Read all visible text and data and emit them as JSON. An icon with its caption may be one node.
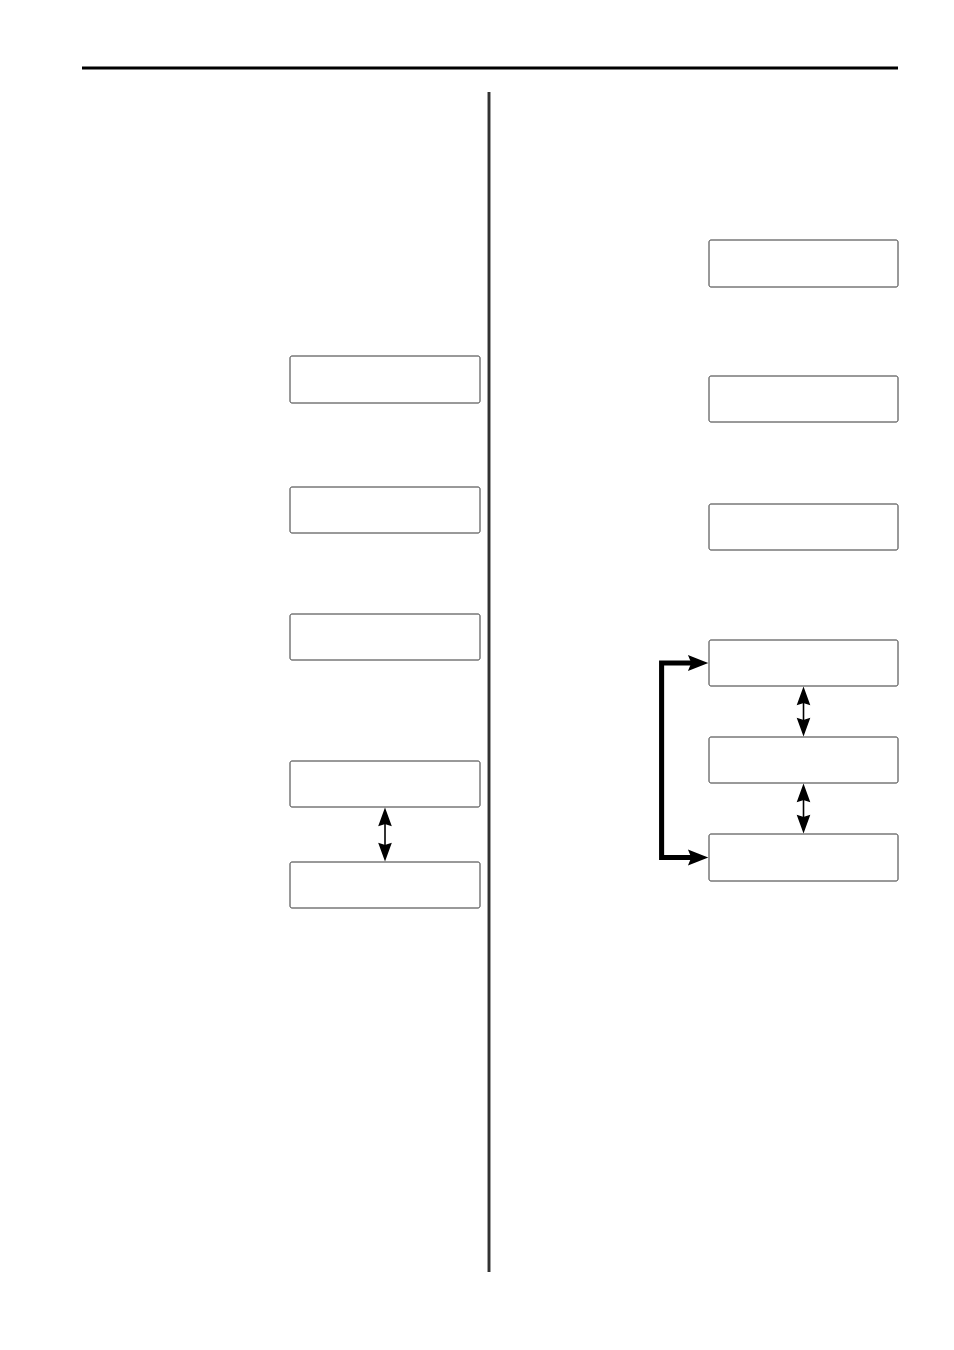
{
  "diagram": {
    "nodes": [
      {
        "text": [],
        "shape": "box"
      },
      {
        "text": [],
        "shape": "box"
      },
      {
        "text": [],
        "shape": "box"
      },
      {
        "text": [],
        "shape": "box"
      },
      {
        "text": [],
        "shape": "box"
      },
      {
        "text": [],
        "shape": "box"
      },
      {
        "text": [],
        "shape": "box"
      },
      {
        "text": [],
        "shape": "box"
      },
      {
        "text": [],
        "shape": "box"
      },
      {
        "text": [],
        "shape": "box"
      },
      {
        "text": [],
        "shape": "box"
      }
    ],
    "edges": [
      {
        "from": 3,
        "to": 4,
        "arrow": "both"
      },
      {
        "from": 8,
        "to": 9,
        "arrow": "both"
      },
      {
        "from": 9,
        "to": 10,
        "arrow": "both"
      },
      {
        "from": 8,
        "to": 10,
        "arrow": "both",
        "style": "thick"
      }
    ]
  }
}
